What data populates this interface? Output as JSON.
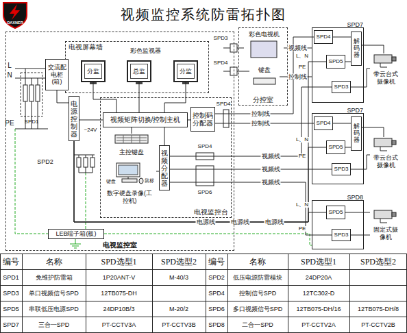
{
  "diagram": {
    "title": "视频监控系统防雷拓扑图",
    "nodes": [
      {
        "text": [
          "电视监控室"
        ]
      },
      {
        "text": [
          "电视屏幕墙"
        ],
        "in": 0
      },
      {
        "text": [
          "分监"
        ],
        "in": 1
      },
      {
        "text": [
          "总监"
        ],
        "in": 1
      },
      {
        "text": [
          "分监"
        ],
        "in": 1
      },
      {
        "text": [
          "交流配电柜(箱)"
        ],
        "in": 0
      },
      {
        "text": [
          "电源控制器"
        ],
        "in": 0
      },
      {
        "text": [
          "电视监控台"
        ],
        "in": 0
      },
      {
        "text": [
          "视频矩阵切换/控制主机"
        ],
        "in": 7
      },
      {
        "text": [
          "主控键盘"
        ],
        "in": 7
      },
      {
        "text": [
          "控制码分配器"
        ],
        "in": 7
      },
      {
        "text": [
          "视频分配器"
        ],
        "in": 7
      },
      {
        "text": [
          "数字硬盘录像(工控机)"
        ],
        "in": 7
      },
      {
        "text": [
          "LEB端子箱(板)"
        ],
        "in": 0
      },
      {
        "text": [
          "分控室"
        ]
      },
      {
        "text": [
          "彩色电视机"
        ],
        "in": 14
      },
      {
        "text": [
          "键盘"
        ],
        "in": 14
      },
      {
        "text": [
          "SPD7"
        ]
      },
      {
        "text": [
          "SPD4"
        ],
        "in": 17
      },
      {
        "text": [
          "SPD5"
        ],
        "in": 17
      },
      {
        "text": [
          "SPD3"
        ],
        "in": 17
      },
      {
        "text": [
          "解码器"
        ],
        "in": 17
      },
      {
        "text": [
          "带云台式摄像机"
        ]
      },
      {
        "text": [
          "SPD7"
        ]
      },
      {
        "text": [
          "SPD4"
        ],
        "in": 23
      },
      {
        "text": [
          "SPD5"
        ],
        "in": 23
      },
      {
        "text": [
          "SPD3"
        ],
        "in": 23
      },
      {
        "text": [
          "解码器"
        ],
        "in": 23
      },
      {
        "text": [
          "带云台式摄像机"
        ]
      },
      {
        "text": [
          "SPD8"
        ]
      },
      {
        "text": [
          "SPD5"
        ],
        "in": 29
      },
      {
        "text": [
          "SPD3"
        ],
        "in": 29
      },
      {
        "text": [
          "固定式摄像机"
        ]
      }
    ],
    "edges": [
      {
        "from": 5,
        "to": 6,
        "arrow": "none"
      },
      {
        "from": 6,
        "to": 8,
        "arrow": "none"
      },
      {
        "from": 8,
        "to": 2,
        "arrow": "none"
      },
      {
        "from": 8,
        "to": 3,
        "arrow": "none"
      },
      {
        "from": 8,
        "to": 4,
        "arrow": "none"
      },
      {
        "from": 9,
        "to": 8,
        "arrow": "none"
      },
      {
        "from": 8,
        "to": 10,
        "arrow": "none"
      },
      {
        "from": 8,
        "to": 11,
        "arrow": "none"
      },
      {
        "from": 11,
        "to": 12,
        "arrow": "none"
      },
      {
        "from": 10,
        "to": 18,
        "label": "控制线",
        "arrow": "none"
      },
      {
        "from": 10,
        "to": 24,
        "label": "控制线",
        "arrow": "none"
      },
      {
        "from": 11,
        "to": 20,
        "label": "视频线",
        "arrow": "none"
      },
      {
        "from": 11,
        "to": 26,
        "label": "视频线",
        "arrow": "none"
      },
      {
        "from": 11,
        "to": 31,
        "label": "视频线",
        "arrow": "none"
      },
      {
        "from": 6,
        "to": 19,
        "label": "电源线",
        "arrow": "none"
      },
      {
        "from": 6,
        "to": 25,
        "label": "电源线",
        "arrow": "none"
      },
      {
        "from": 6,
        "to": 30,
        "label": "电源线",
        "arrow": "none"
      },
      {
        "from": 15,
        "to": 17,
        "label": "视频线",
        "arrow": "none"
      },
      {
        "from": 16,
        "to": 17,
        "label": "控制线",
        "arrow": "none"
      },
      {
        "from": 18,
        "to": 21,
        "arrow": "none"
      },
      {
        "from": 19,
        "to": 21,
        "arrow": "none"
      },
      {
        "from": 20,
        "to": 22,
        "arrow": "none"
      },
      {
        "from": 21,
        "to": 22,
        "arrow": "none"
      },
      {
        "from": 24,
        "to": 27,
        "arrow": "none"
      },
      {
        "from": 25,
        "to": 27,
        "arrow": "none"
      },
      {
        "from": 26,
        "to": 28,
        "arrow": "none"
      },
      {
        "from": 27,
        "to": 28,
        "arrow": "none"
      },
      {
        "from": 30,
        "to": 32,
        "arrow": "none"
      },
      {
        "from": 31,
        "to": 32,
        "arrow": "none"
      }
    ],
    "labels": [
      "DAXNER",
      "彩色监视器",
      "L",
      "N",
      "PE",
      "SPD1",
      "~24V",
      "SPD2",
      "SPD4",
      "SPD4",
      "SPD6",
      "键盘",
      "鼠标",
      "SPD3",
      "SPD4",
      "L、N",
      "PE",
      "L、N",
      "PE",
      "L、N",
      "PE",
      "编号",
      "名称",
      "SPD选型1",
      "SPD选型2",
      "编号",
      "名称",
      "SPD选型1",
      "SPD选型2",
      "SPD1",
      "免维护防雷箱",
      "1P20ANT-V",
      "M-40/3",
      "SPD2",
      "低压电源防雷模块",
      "24DP20A",
      "SPD3",
      "单口视频信号SPD",
      "12TB075-DH",
      "SPD4",
      "控制信号SPD",
      "12TC302-D",
      "SPD5",
      "串联低压电源SPD",
      "24DP10B/3",
      "M-20/2",
      "SPD6",
      "多口视频信号SPD",
      "12TB075-DH/16",
      "12TB075-DH/8",
      "SPD7",
      "三合一SPD",
      "PT-CCTV3A",
      "PT-CCTV3B",
      "SPD8",
      "二合一SPD",
      "PT-CCTV2A",
      "PT-CCTV2B"
    ]
  }
}
